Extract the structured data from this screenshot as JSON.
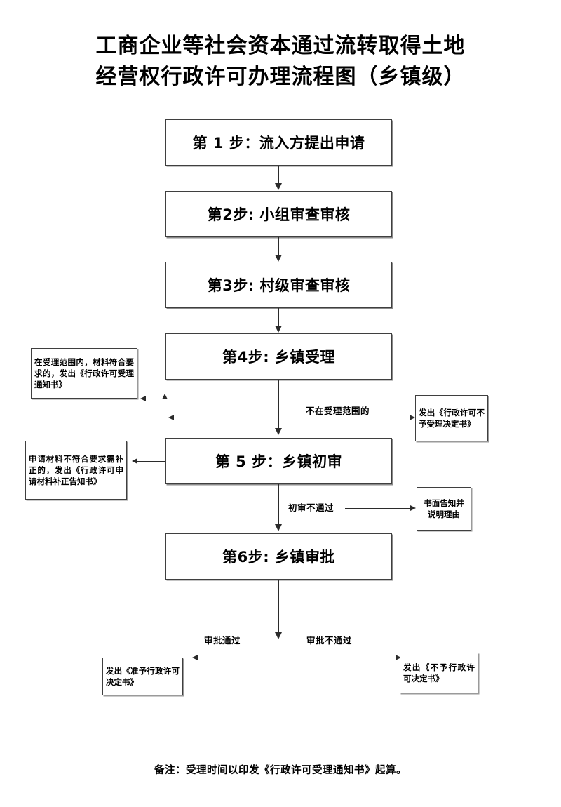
{
  "document": {
    "title_lines": [
      "工商企业等社会资本通过流转取得土地",
      "经营权行政许可办理流程图（乡镇级）"
    ],
    "footnote": "备注：受理时间以印发《行政许可受理通知书》起算。"
  },
  "steps": [
    {
      "id": "step-1",
      "label": "第 1 步：流入方提出申请"
    },
    {
      "id": "step-2",
      "label": "第2步: 小组审查审核"
    },
    {
      "id": "step-3",
      "label": "第3步: 村级审查审核"
    },
    {
      "id": "step-4",
      "label": "第4步: 乡镇受理"
    },
    {
      "id": "step-5",
      "label": "第 5 步：乡镇初审"
    },
    {
      "id": "step-6",
      "label": "第6步: 乡镇审批"
    }
  ],
  "notes": [
    {
      "id": "note-accept",
      "text": "在受理范围内，材料符合要求的，发出《行政许可受理通知书》"
    },
    {
      "id": "note-supplement",
      "text": "申请材料不符合要求需补正的，发出《行政许可申请材料补正告知书》"
    },
    {
      "id": "note-reject-accept",
      "text": "发出《行政许可不予受理决定书》"
    },
    {
      "id": "note-written-notice",
      "text": "书面告知并说明理由"
    },
    {
      "id": "note-approve",
      "text": "发出《准予行政许可决定书》"
    },
    {
      "id": "note-disapprove",
      "text": "发出《不予行政许可决定书》"
    }
  ],
  "edge_labels": {
    "out_of_scope": "不在受理范围的",
    "prelim_fail": "初审不通过",
    "approved": "审批通过",
    "not_approved": "审批不通过"
  },
  "colors": {
    "background": "#ffffff",
    "box_border": "#3f3f3f",
    "connector": "#2b2b2b",
    "text": "#000000"
  }
}
